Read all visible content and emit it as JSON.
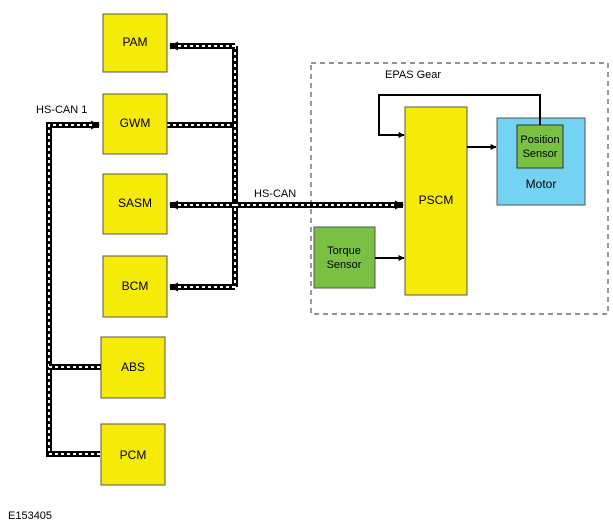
{
  "diagram": {
    "modules": {
      "pam": "PAM",
      "gwm": "GWM",
      "sasm": "SASM",
      "bcm": "BCM",
      "abs": "ABS",
      "pcm": "PCM"
    },
    "bus_labels": {
      "hs_can_1": "HS-CAN 1",
      "hs_can": "HS-CAN"
    },
    "epas": {
      "group_label": "EPAS Gear",
      "pscm": "PSCM",
      "motor": "Motor",
      "position_sensor_line1": "Position",
      "position_sensor_line2": "Sensor",
      "torque_sensor_line1": "Torque",
      "torque_sensor_line2": "Sensor"
    },
    "figure_id": "E153405",
    "colors": {
      "module_fill": "#f6ea07",
      "sensor_fill": "#7ac143",
      "motor_fill": "#74d3f2",
      "line": "#000000",
      "bus_dash": "#ffffff"
    }
  }
}
